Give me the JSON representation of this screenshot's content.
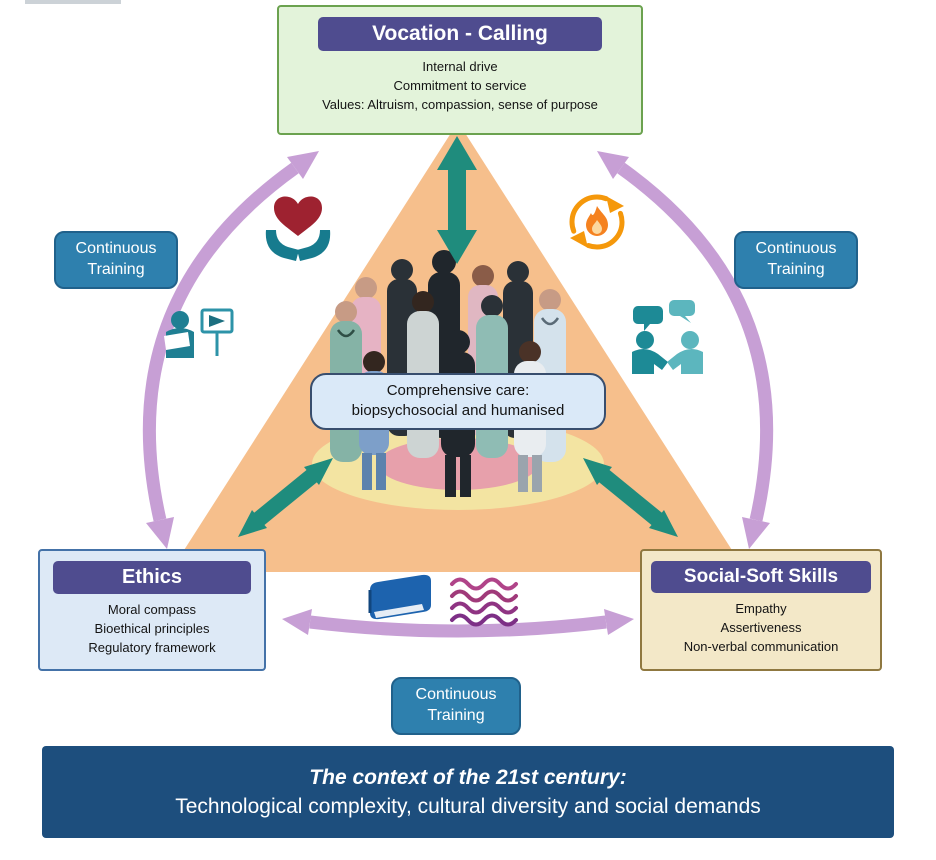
{
  "colors": {
    "header_purple": "#4f4c8f",
    "vocation_bg": "#e3f3da",
    "vocation_border": "#6ba24f",
    "ethics_bg": "#dde9f6",
    "ethics_border": "#4472a8",
    "social_bg": "#f3e8c8",
    "social_border": "#8f7840",
    "training_bg": "#2e80ae",
    "triangle_orange": "#f6bf8c",
    "teal_arrow": "#1f8c7d",
    "purple_arrow": "#c79fd5",
    "banner_bg": "#1d4e7d",
    "center_label_bg": "#dae9f8"
  },
  "vocation": {
    "title": "Vocation - Calling",
    "lines": [
      "Internal drive",
      "Commitment to service",
      "Values: Altruism, compassion, sense of purpose"
    ]
  },
  "ethics": {
    "title": "Ethics",
    "lines": [
      "Moral compass",
      "Bioethical principles",
      "Regulatory framework"
    ]
  },
  "social": {
    "title": "Social-Soft Skills",
    "lines": [
      "Empathy",
      "Assertiveness",
      "Non-verbal communication"
    ]
  },
  "training": {
    "label": "Continuous Training"
  },
  "center_label": {
    "lines": [
      "Comprehensive care:",
      "biopsychosocial and humanised"
    ]
  },
  "banner": {
    "title": "The context of the 21st century:",
    "subtitle": "Technological complexity, cultural diversity and social demands"
  },
  "icons": [
    "heart-in-hands-icon",
    "renewal-flame-icon",
    "education-board-icon",
    "conversation-icon",
    "book-icon",
    "adaptability-waves-icon"
  ]
}
